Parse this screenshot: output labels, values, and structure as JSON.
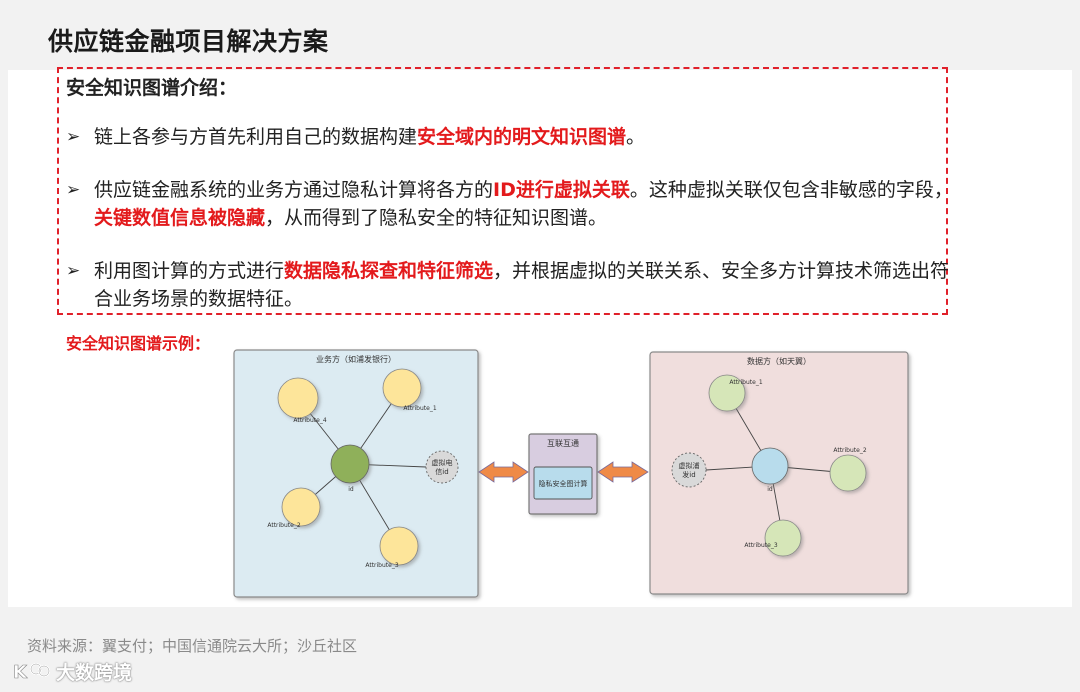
{
  "page": {
    "title": "供应链金融项目解决方案"
  },
  "intro": {
    "heading": "安全知识图谱介绍：",
    "bullets": [
      {
        "arrow": "➢",
        "parts": [
          {
            "text": "链上各参与方首先利用自己的数据构建",
            "highlight": false
          },
          {
            "text": "安全域内的明文知识图谱",
            "highlight": true
          },
          {
            "text": "。",
            "highlight": false
          }
        ]
      },
      {
        "arrow": "➢",
        "parts": [
          {
            "text": "供应链金融系统的业务方通过隐私计算将各方的",
            "highlight": false
          },
          {
            "text": "ID进行虚拟关联",
            "highlight": true
          },
          {
            "text": "。这种虚拟关联仅包含非敏感的字段，",
            "highlight": false
          },
          {
            "text": "关键数值信息被隐藏",
            "highlight": true
          },
          {
            "text": "，从而得到了隐私安全的特征知识图谱。",
            "highlight": false
          }
        ]
      },
      {
        "arrow": "➢",
        "parts": [
          {
            "text": "利用图计算的方式进行",
            "highlight": false
          },
          {
            "text": "数据隐私探查和特征筛选",
            "highlight": true
          },
          {
            "text": "，并根据虚拟的关联关系、安全多方计算技术筛选出符合业务场景的数据特征。",
            "highlight": false
          }
        ]
      }
    ]
  },
  "example": {
    "label": "安全知识图谱示例："
  },
  "diagram": {
    "left_panel": {
      "title": "业务方（如浦发银行）",
      "center_label": "id",
      "nodes": [
        "Attribute_4",
        "Attribute_1",
        "Attribute_2",
        "Attribute_3"
      ],
      "virtual_node": [
        "虚拟电",
        "信id"
      ]
    },
    "middle_panel": {
      "title": "互联互通",
      "inner_label": "隐私安全图计算"
    },
    "right_panel": {
      "title": "数据方（如天翼）",
      "center_label": "id",
      "nodes": [
        "Attribute_1",
        "Attribute_2",
        "Attribute_3"
      ],
      "virtual_node": [
        "虚拟浦",
        "发id"
      ]
    },
    "colors": {
      "left_bg": "#dcebf2",
      "middle_bg": "#d8cde0",
      "right_bg": "#f0dedd",
      "yellow_node": "#fde59a",
      "green_center": "#8fb05a",
      "pale_green_node": "#d6e6b8",
      "blue_center": "#b8dcec",
      "arrow": "#ef8a47"
    }
  },
  "footer": {
    "source": "资料来源：翼支付；中国信通院云大所；沙丘社区",
    "logo_text": "大数跨境"
  }
}
